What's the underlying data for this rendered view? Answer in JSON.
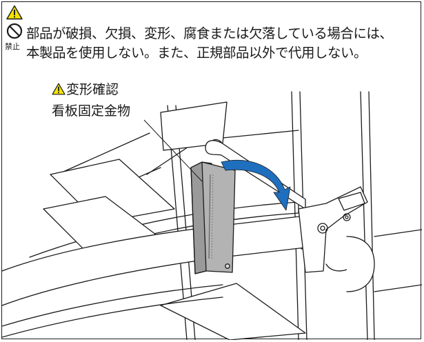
{
  "warning": {
    "prohibition_text_line1": "部品が破損、欠損、変形、腐食または欠落している場合には、",
    "prohibition_text_line2": "本製品を使用しない。また、正規部品以外で代用しない。",
    "prohibition_label": "禁止"
  },
  "callout": {
    "title": "変形確認",
    "subject": "看板固定金物"
  },
  "colors": {
    "warning_yellow": "#f5e400",
    "arrow_blue": "#1f6fbf",
    "bracket_gray": "#b3b3b3",
    "line_black": "#1a1a1a"
  }
}
